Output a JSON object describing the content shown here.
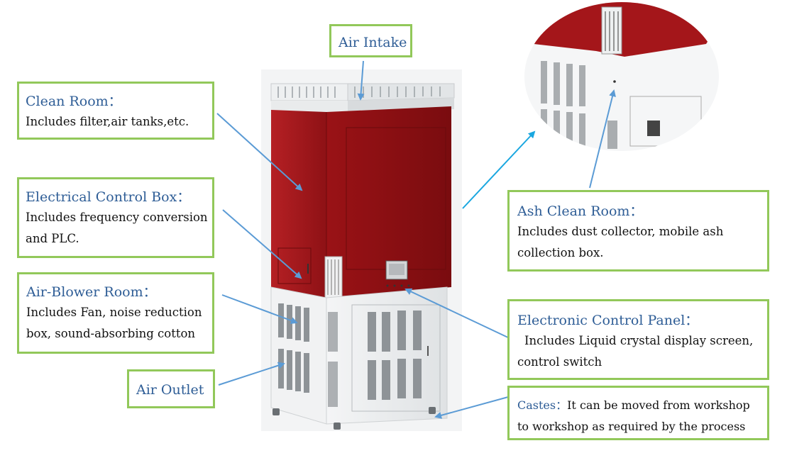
{
  "callouts": {
    "air_intake": {
      "title": "Air Intake"
    },
    "clean_room": {
      "title": "Clean Room：",
      "body": "Includes filter,air tanks,etc."
    },
    "electrical_box": {
      "title": "Electrical Control Box：",
      "body_line1": "Includes frequency conversion",
      "body_line2": "and PLC."
    },
    "air_blower": {
      "title": "Air-Blower Room：",
      "body_line1": "Includes Fan, noise reduction",
      "body_line2": "box, sound-absorbing cotton"
    },
    "air_outlet": {
      "title": "Air Outlet"
    },
    "ash_clean": {
      "title": "Ash Clean Room：",
      "body_line1": "Includes dust collector, mobile ash",
      "body_line2": "collection box."
    },
    "electronic_panel": {
      "title": "Electronic Control Panel：",
      "body_line1": "Includes Liquid crystal display screen,",
      "body_line2": "control switch"
    },
    "castes": {
      "title": "Castes：",
      "body_line1": "It can be moved from workshop",
      "body_line2": "to workshop as required by the process"
    }
  },
  "colors": {
    "callout_border": "#92c85a",
    "title_text": "#2e5d96",
    "arrow": "#5b9bd5",
    "cabinet_red": "#a4161a",
    "cabinet_white": "#eceeef"
  }
}
